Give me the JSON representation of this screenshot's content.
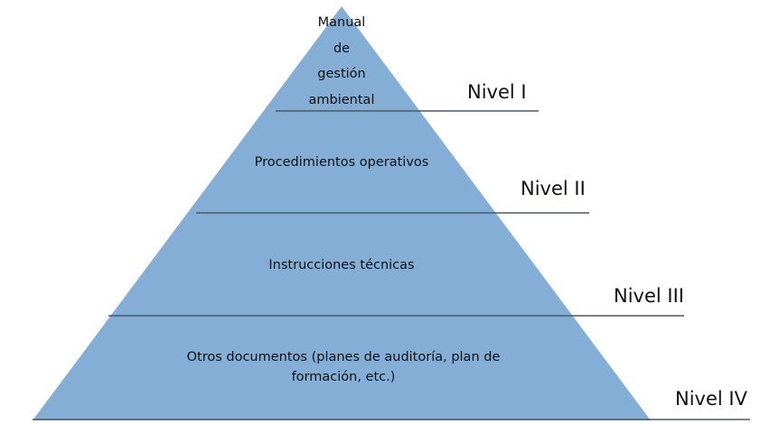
{
  "diagram": {
    "type": "pyramid",
    "colors": {
      "fill": "#85AED6",
      "line": "#4a5866",
      "text": "#111111"
    },
    "tiers": [
      {
        "label_lines": [
          "Manual",
          "de",
          "gestión",
          "ambiental"
        ],
        "level": "Nivel I"
      },
      {
        "label": "Procedimientos operativos",
        "level": "Nivel II"
      },
      {
        "label": "Instrucciones técnicas",
        "level": "Nivel III"
      },
      {
        "label_lines": [
          "Otros documentos (planes de auditoría, plan de",
          "formación, etc.)"
        ],
        "level": "Nivel IV"
      }
    ]
  }
}
